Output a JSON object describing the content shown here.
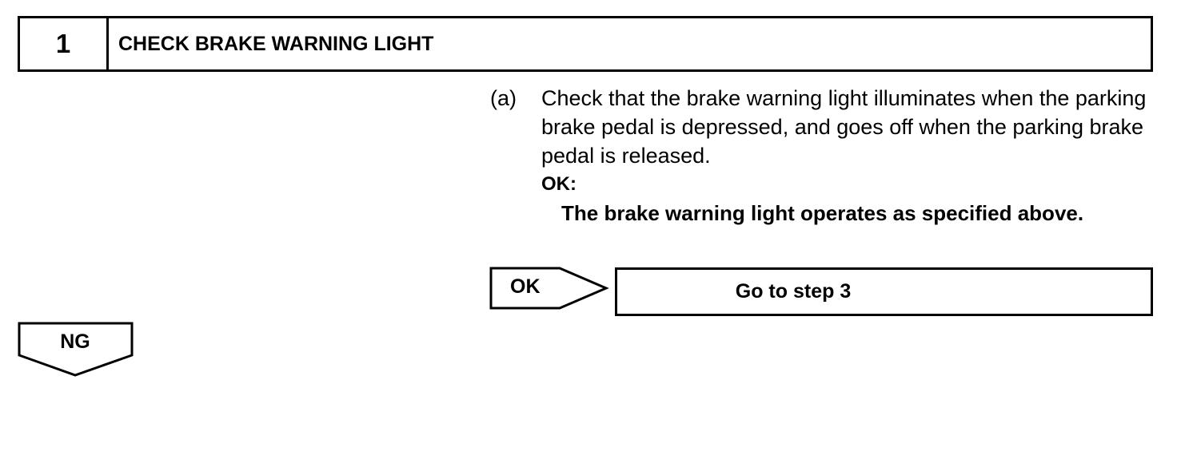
{
  "step": {
    "number": "1",
    "title": "CHECK BRAKE WARNING LIGHT"
  },
  "instruction": {
    "letter": "(a)",
    "text": "Check that the brake warning light illuminates when the parking brake pedal is depressed, and goes off when the parking brake pedal is released.",
    "ok_label": "OK:",
    "ok_spec": "The brake warning light operates as specified above."
  },
  "result_ok": {
    "label": "OK",
    "target": "Go to step 3"
  },
  "result_ng": {
    "label": "NG"
  }
}
